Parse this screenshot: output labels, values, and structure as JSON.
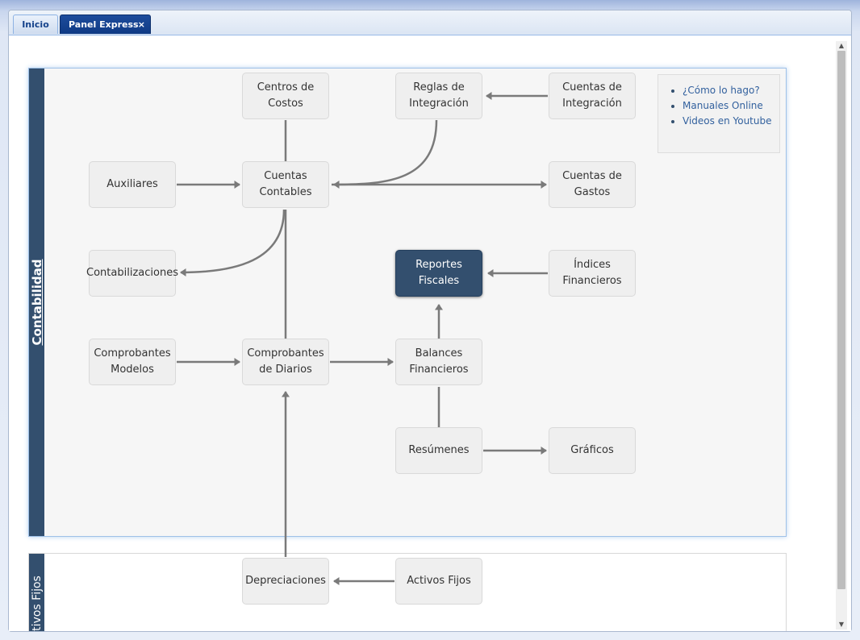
{
  "tabs": [
    {
      "label": "Inicio",
      "active": false
    },
    {
      "label": "Panel Express",
      "active": true,
      "close": "×"
    }
  ],
  "sections": {
    "main_label": "Contabilidad",
    "af_label": "Activos Fijos"
  },
  "help_links": [
    "¿Cómo lo hago?",
    "Manuales Online",
    "Videos en Youtube"
  ],
  "nodes": {
    "centros_costos": "Centros de\nCostos",
    "reglas_integracion": "Reglas de\nIntegración",
    "cuentas_integracion": "Cuentas de\nIntegración",
    "auxiliares": "Auxiliares",
    "cuentas_contables": "Cuentas\nContables",
    "cuentas_gastos": "Cuentas de\nGastos",
    "contabilizaciones": "Contabilizaciones",
    "reportes_fiscales": "Reportes Fiscales",
    "indices_financieros": "Índices\nFinancieros",
    "comprobantes_modelos": "Comprobantes\nModelos",
    "comprobantes_diarios": "Comprobantes\nde Diarios",
    "balances_financieros": "Balances\nFinancieros",
    "resumenes": "Resúmenes",
    "graficos": "Gráficos",
    "depreciaciones": "Depreciaciones",
    "activos_fijos": "Activos Fijos"
  },
  "colors": {
    "accent_dark": "#334f6e",
    "tab_active": "#0f3a85",
    "arrow": "#7a7a7a"
  }
}
